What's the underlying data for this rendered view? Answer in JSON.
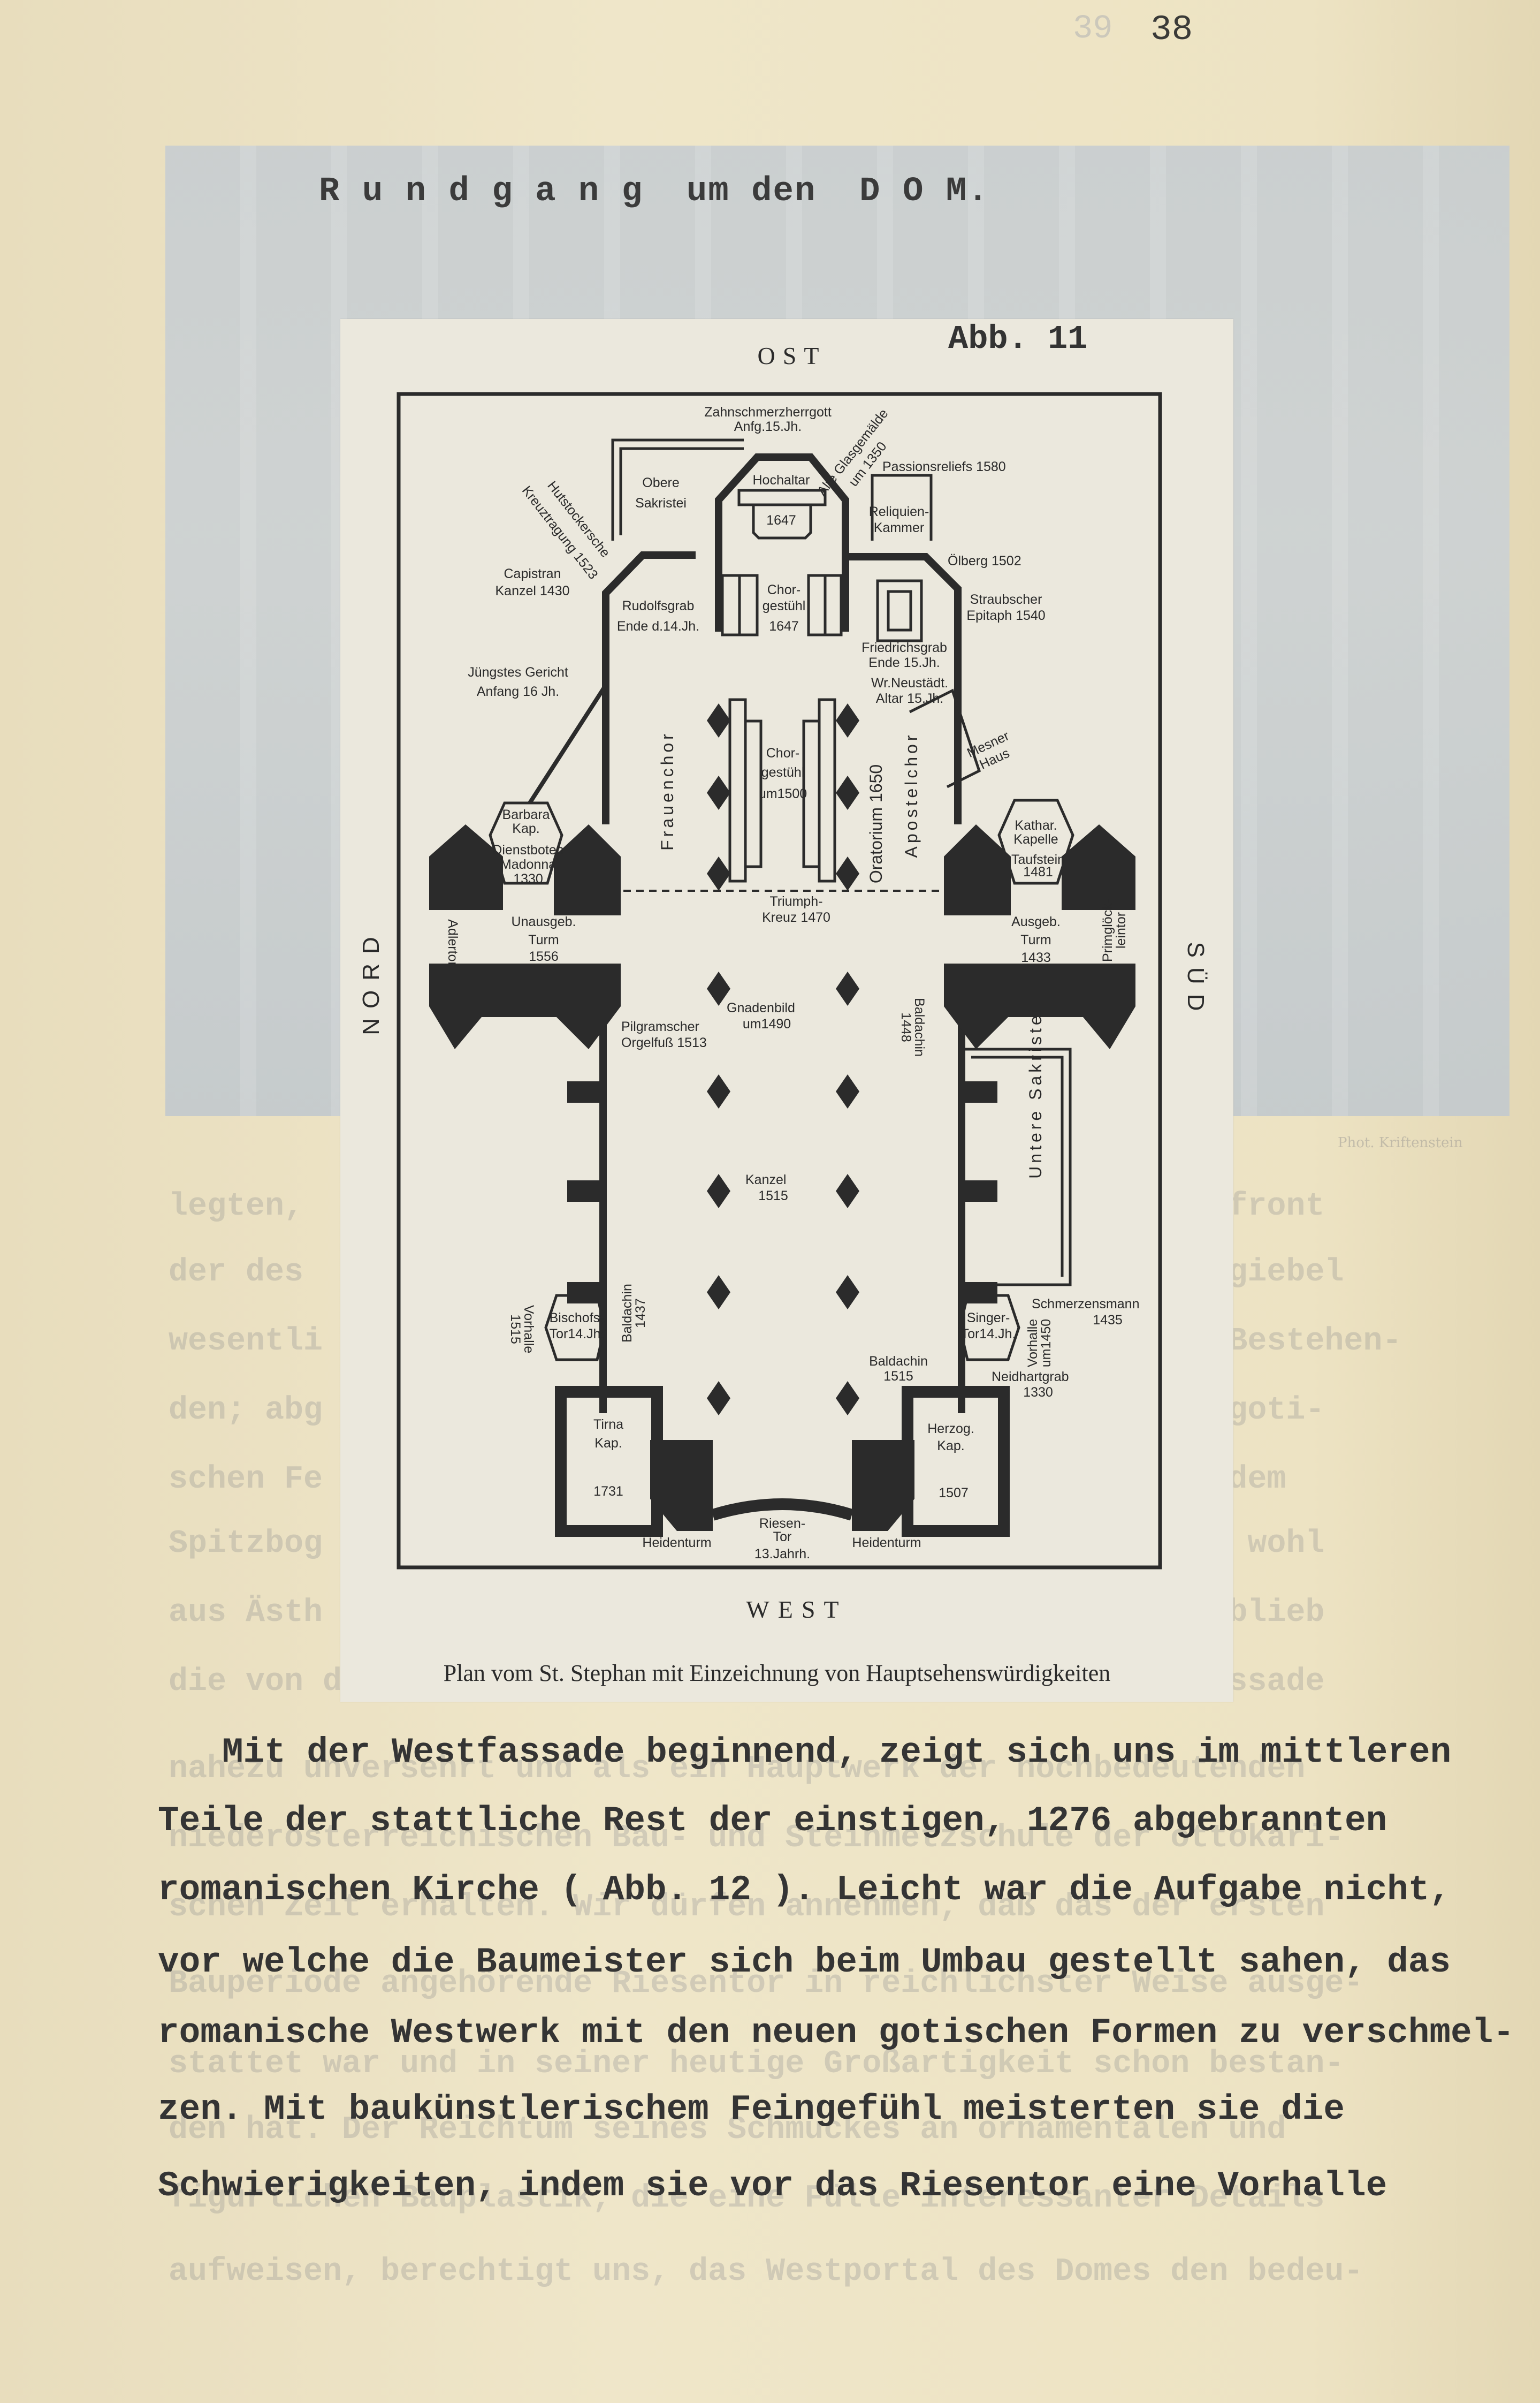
{
  "page": {
    "page_number": "38",
    "ghost_page_number": "39",
    "heading": "R u n d g a n g  um den  D O M.",
    "photo_credit": "Phot. Kriftenstein"
  },
  "figure": {
    "figure_label": "Abb. 11",
    "compass": {
      "east": "OST",
      "west": "WEST",
      "north": "NORD",
      "south": "SÜD"
    },
    "caption": "Plan vom St. Stephan mit Einzeichnung von Hauptsehenswürdigkeiten",
    "labels": [
      "Zahnschmerzherrgott",
      "Anfg.15.Jh.",
      "Alte Glasgemälde",
      "um 1350",
      "Passionsreliefs 1580",
      "Hochaltar",
      "1647",
      "Obere",
      "Sakristei",
      "Reliquien-",
      "Kammer",
      "Hutstockersche",
      "Kreuztragung 1523",
      "Capistran",
      "Kanzel 1430",
      "Rudolfsgrab",
      "Ende d.14.Jh.",
      "Chor-",
      "gestühl",
      "1647",
      "Ölberg 1502",
      "Straubscher",
      "Epitaph 1540",
      "Friedrichsgrab",
      "Ende 15.Jh.",
      "Wr.Neustädt.",
      "Altar 15.Jh.",
      "Jüngstes Gericht",
      "Anfang 16 Jh.",
      "Mesner",
      "Haus",
      "Frauenchor",
      "Chor-",
      "gestühl",
      "um1500",
      "Oratorium 1650",
      "Apostelchor",
      "Barbara",
      "Kap.",
      "Dienstboten",
      "Madonna",
      "1330",
      "Kathar.",
      "Kapelle",
      "Taufstein",
      "1481",
      "Triumph-",
      "Kreuz 1470",
      "Unausgeb.",
      "Turm",
      "1556",
      "Ausgeb.",
      "Turm",
      "1433",
      "Adlertor",
      "Primglöck-",
      "leintor",
      "Baldachin",
      "1448",
      "Gnadenbild",
      "um1490",
      "Pilgramscher",
      "Orgelfuß 1513",
      "Untere Sakristei",
      "Kanzel",
      "1515",
      "Baldachin",
      "1437",
      "Vorhalle",
      "1515",
      "Bischofs-",
      "Tor14.Jh.",
      "Singer-",
      "Tor14.Jh.",
      "Vorhalle",
      "um1450",
      "Schmerzensmann",
      "1435",
      "Baldachin",
      "1515",
      "Neidhartgrab",
      "1330",
      "Tirna",
      "Kap.",
      "1731",
      "Herzog.",
      "Kap.",
      "1507",
      "Riesen-",
      "Tor",
      "13.Jahrh.",
      "Heidenturm",
      "Heidenturm"
    ]
  },
  "body_text": [
    "Mit der Westfassade beginnend, zeigt sich uns im mittleren",
    "Teile der stattliche Rest der einstigen, 1276 abgebrannten",
    "romanischen Kirche ( Abb. 12 ). Leicht war die Aufgabe nicht,",
    "vor welche die Baumeister sich beim Umbau gestellt sahen, das",
    "romanische Westwerk mit den neuen gotischen Formen zu verschmel-",
    "zen. Mit baukünstlerischem Feingefühl meisterten sie die",
    "Schwierigkeiten, indem sie vor das Riesentor eine Vorhalle"
  ],
  "bleed_through_text": [
    "legten,                                            Westfront",
    "der des                                            Westgiebel",
    "wesentli                                           des Bestehen-",
    "den; abg                                           ten goti-",
    "schen Fe                                           und dem",
    "Spitzbog                                           gens wohl",
    "aus Ästh                                           de, blieb",
    "die von den beiden Heidentürmen begrenzte romanische Fassade",
    "nahezu unversehrt und als ein Hauptwerk der hochbedeutenden",
    "niederösterreichischen Bau- und Steinmetzschule der ottokari-",
    "schen Zeit erhalten. Wir dürfen annehmen, daß das der ersten",
    "Bauperiode angehörende Riesentor in reichlichster Weise ausge-",
    "stattet war und in seiner heutige Großartigkeit schon bestan-",
    "den hat. Der Reichtum seines Schmuckes an ornamentalen und",
    "figürlichen Bauplastik, die eine Fülle interessanter Details",
    "aufweisen, berechtigt uns, das Westportal des Domes den bedeu-"
  ]
}
